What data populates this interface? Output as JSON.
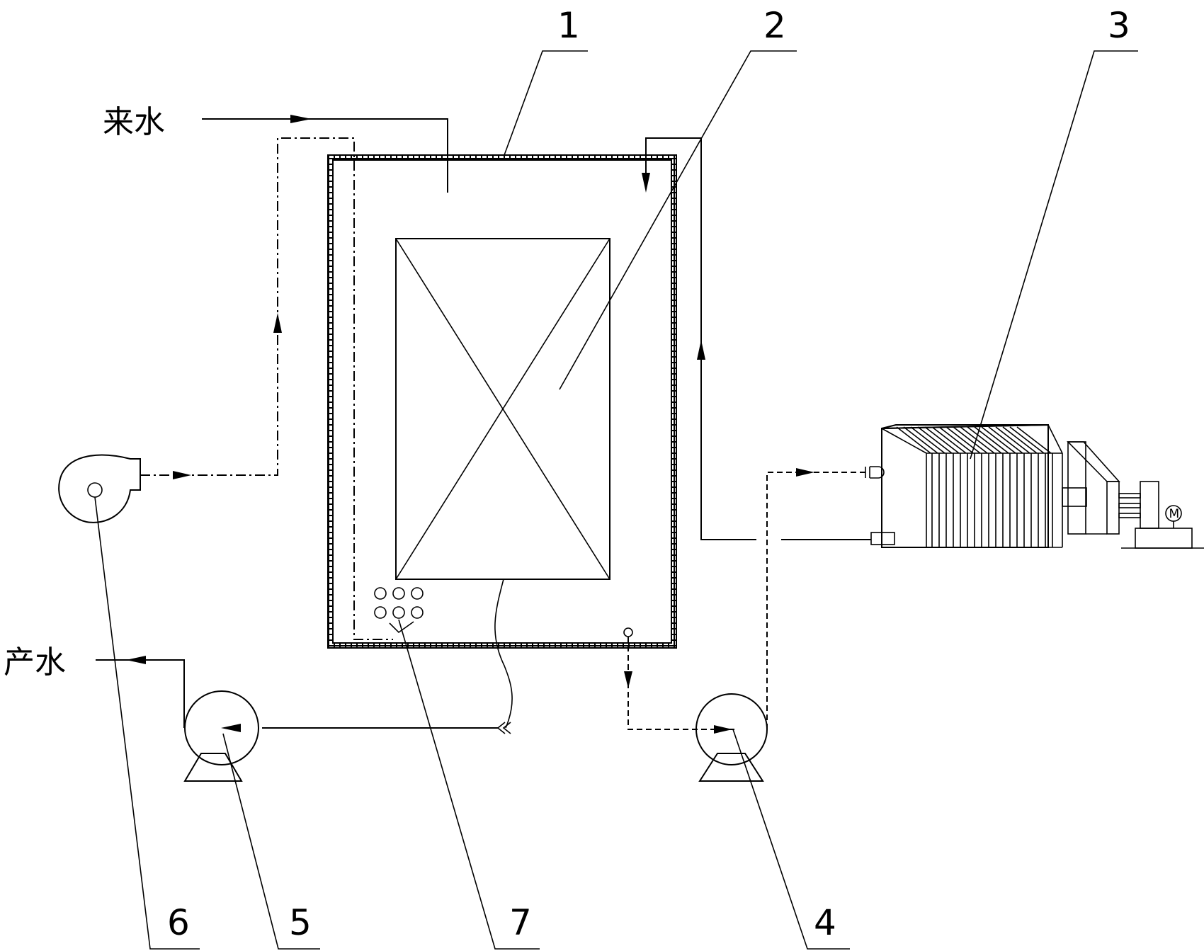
{
  "flows": {
    "inlet_label": "来水",
    "outlet_label": "产水"
  },
  "callouts": {
    "n1": "1",
    "n2": "2",
    "n3": "3",
    "n4": "4",
    "n5": "5",
    "n6": "6",
    "n7": "7"
  },
  "motor_label": "M",
  "colors": {
    "line": "#000000",
    "background": "#ffffff"
  }
}
